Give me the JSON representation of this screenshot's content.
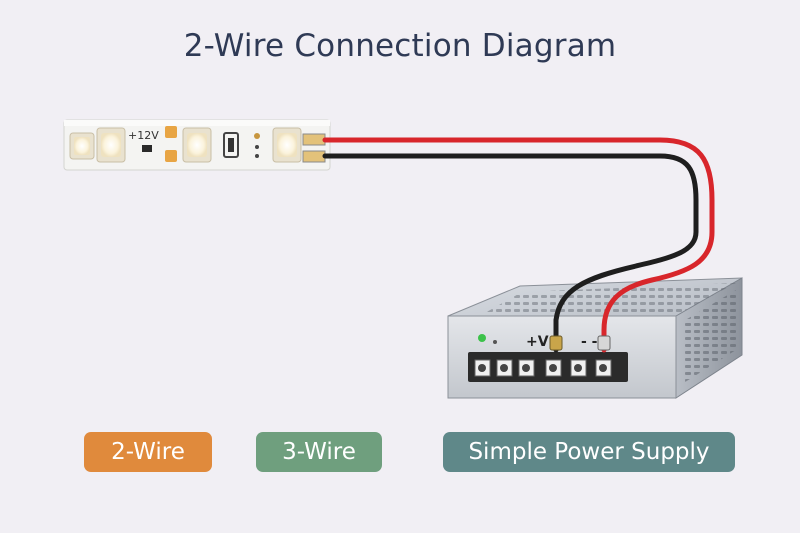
{
  "title": "2-Wire Connection Diagram",
  "strip": {
    "voltage_label": "+12V"
  },
  "power_supply": {
    "terminal_plus_label": "+V",
    "terminal_minus_label": "- -"
  },
  "buttons": [
    {
      "label": "2-Wire",
      "color": "#e08a3c"
    },
    {
      "label": "3-Wire",
      "color": "#6f9f7e"
    },
    {
      "label": "Simple Power Supply",
      "color": "#5f8889"
    }
  ],
  "colors": {
    "wire_positive": "#d8262b",
    "wire_negative": "#1e1e1e",
    "indicator_led": "#3cc24a"
  }
}
